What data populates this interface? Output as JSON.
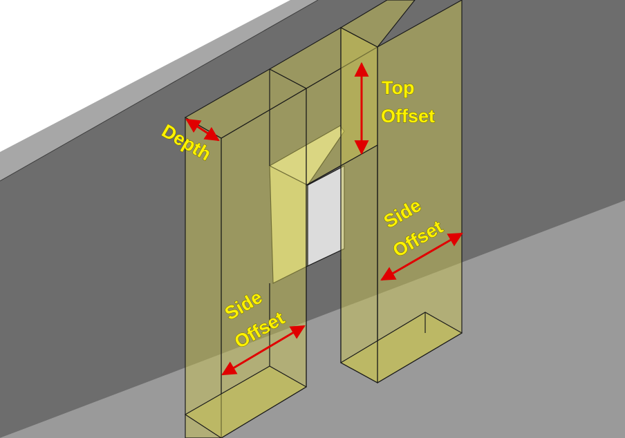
{
  "labels": {
    "depth": "Depth",
    "top_line1": "Top",
    "top_line2": "Offset",
    "side_left_line1": "Side",
    "side_left_line2": "Offset",
    "side_right_line1": "Side",
    "side_right_line2": "Offset"
  },
  "colors": {
    "background": "#ffffff",
    "wall_top": "#a7a7a7",
    "wall_face": "#6d6d6d",
    "floor": "#9a9a9a",
    "window_panel": "#dcdcdc",
    "zone_fill": "#c8c253",
    "label_text": "#fff200",
    "label_outline": "#6b6b00",
    "arrow": "#e00000",
    "edge": "#1a1a1a"
  }
}
